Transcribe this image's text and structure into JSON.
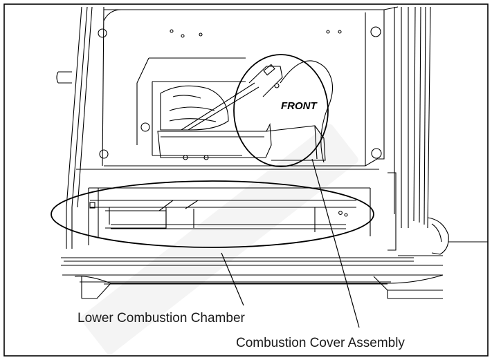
{
  "diagram": {
    "front_marking": "FRONT",
    "callouts": {
      "lower_chamber": "Lower Combustion Chamber",
      "cover_assembly": "Combustion Cover Assembly"
    }
  }
}
